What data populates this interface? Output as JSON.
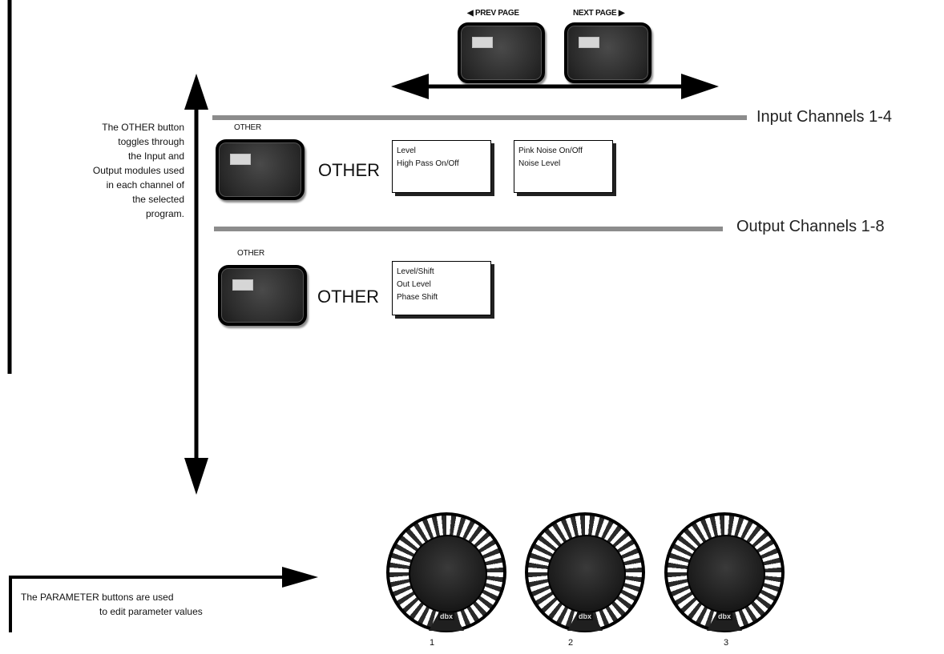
{
  "nav": {
    "prev_page_label": "◀ PREV PAGE",
    "next_page_label": "NEXT PAGE ▶"
  },
  "side_note": {
    "lines": [
      "The OTHER button",
      "toggles through",
      "the Input and",
      "Output modules used",
      "in each channel of",
      "the selected",
      "program."
    ]
  },
  "input_section": {
    "channel_label": "Input Channels 1-4",
    "button_caption": "OTHER",
    "big_label": "OTHER",
    "modules": [
      {
        "items": [
          "Level",
          "High Pass On/Off"
        ]
      },
      {
        "items": [
          "Pink Noise On/Off",
          "Noise Level"
        ]
      }
    ]
  },
  "output_section": {
    "channel_label": "Output Channels 1-8",
    "button_caption": "OTHER",
    "big_label": "OTHER",
    "modules": [
      {
        "items": [
          "Level/Shift",
          "Out Level",
          "Phase Shift"
        ]
      }
    ]
  },
  "parameter_note": {
    "lines": [
      "The PARAMETER buttons are used",
      "to edit parameter values"
    ]
  },
  "knobs": [
    {
      "number": "1",
      "brand": "dbx"
    },
    {
      "number": "2",
      "brand": "dbx"
    },
    {
      "number": "3",
      "brand": "dbx"
    }
  ],
  "colors": {
    "divider": "#8c8c8c",
    "button_body": "#2a2a2a",
    "led": "#d6d6d6"
  }
}
